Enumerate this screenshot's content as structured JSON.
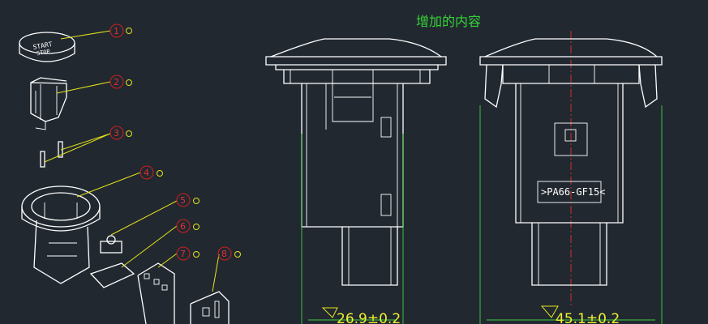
{
  "annotation": "增加的内容",
  "balloons": [
    "1",
    "2",
    "3",
    "4",
    "5",
    "6",
    "7",
    "8"
  ],
  "labels": {
    "material": ">PA66-GF15<"
  },
  "dimensions": {
    "front": "26.9±0.2",
    "side": "45.1±0.2"
  },
  "colors": {
    "background": "#212830",
    "outline": "#ffffff",
    "dimension_lines": "#3fd13f",
    "centerline": "#e03030",
    "leaders": "#e3e31a",
    "balloons": "#d02020"
  }
}
